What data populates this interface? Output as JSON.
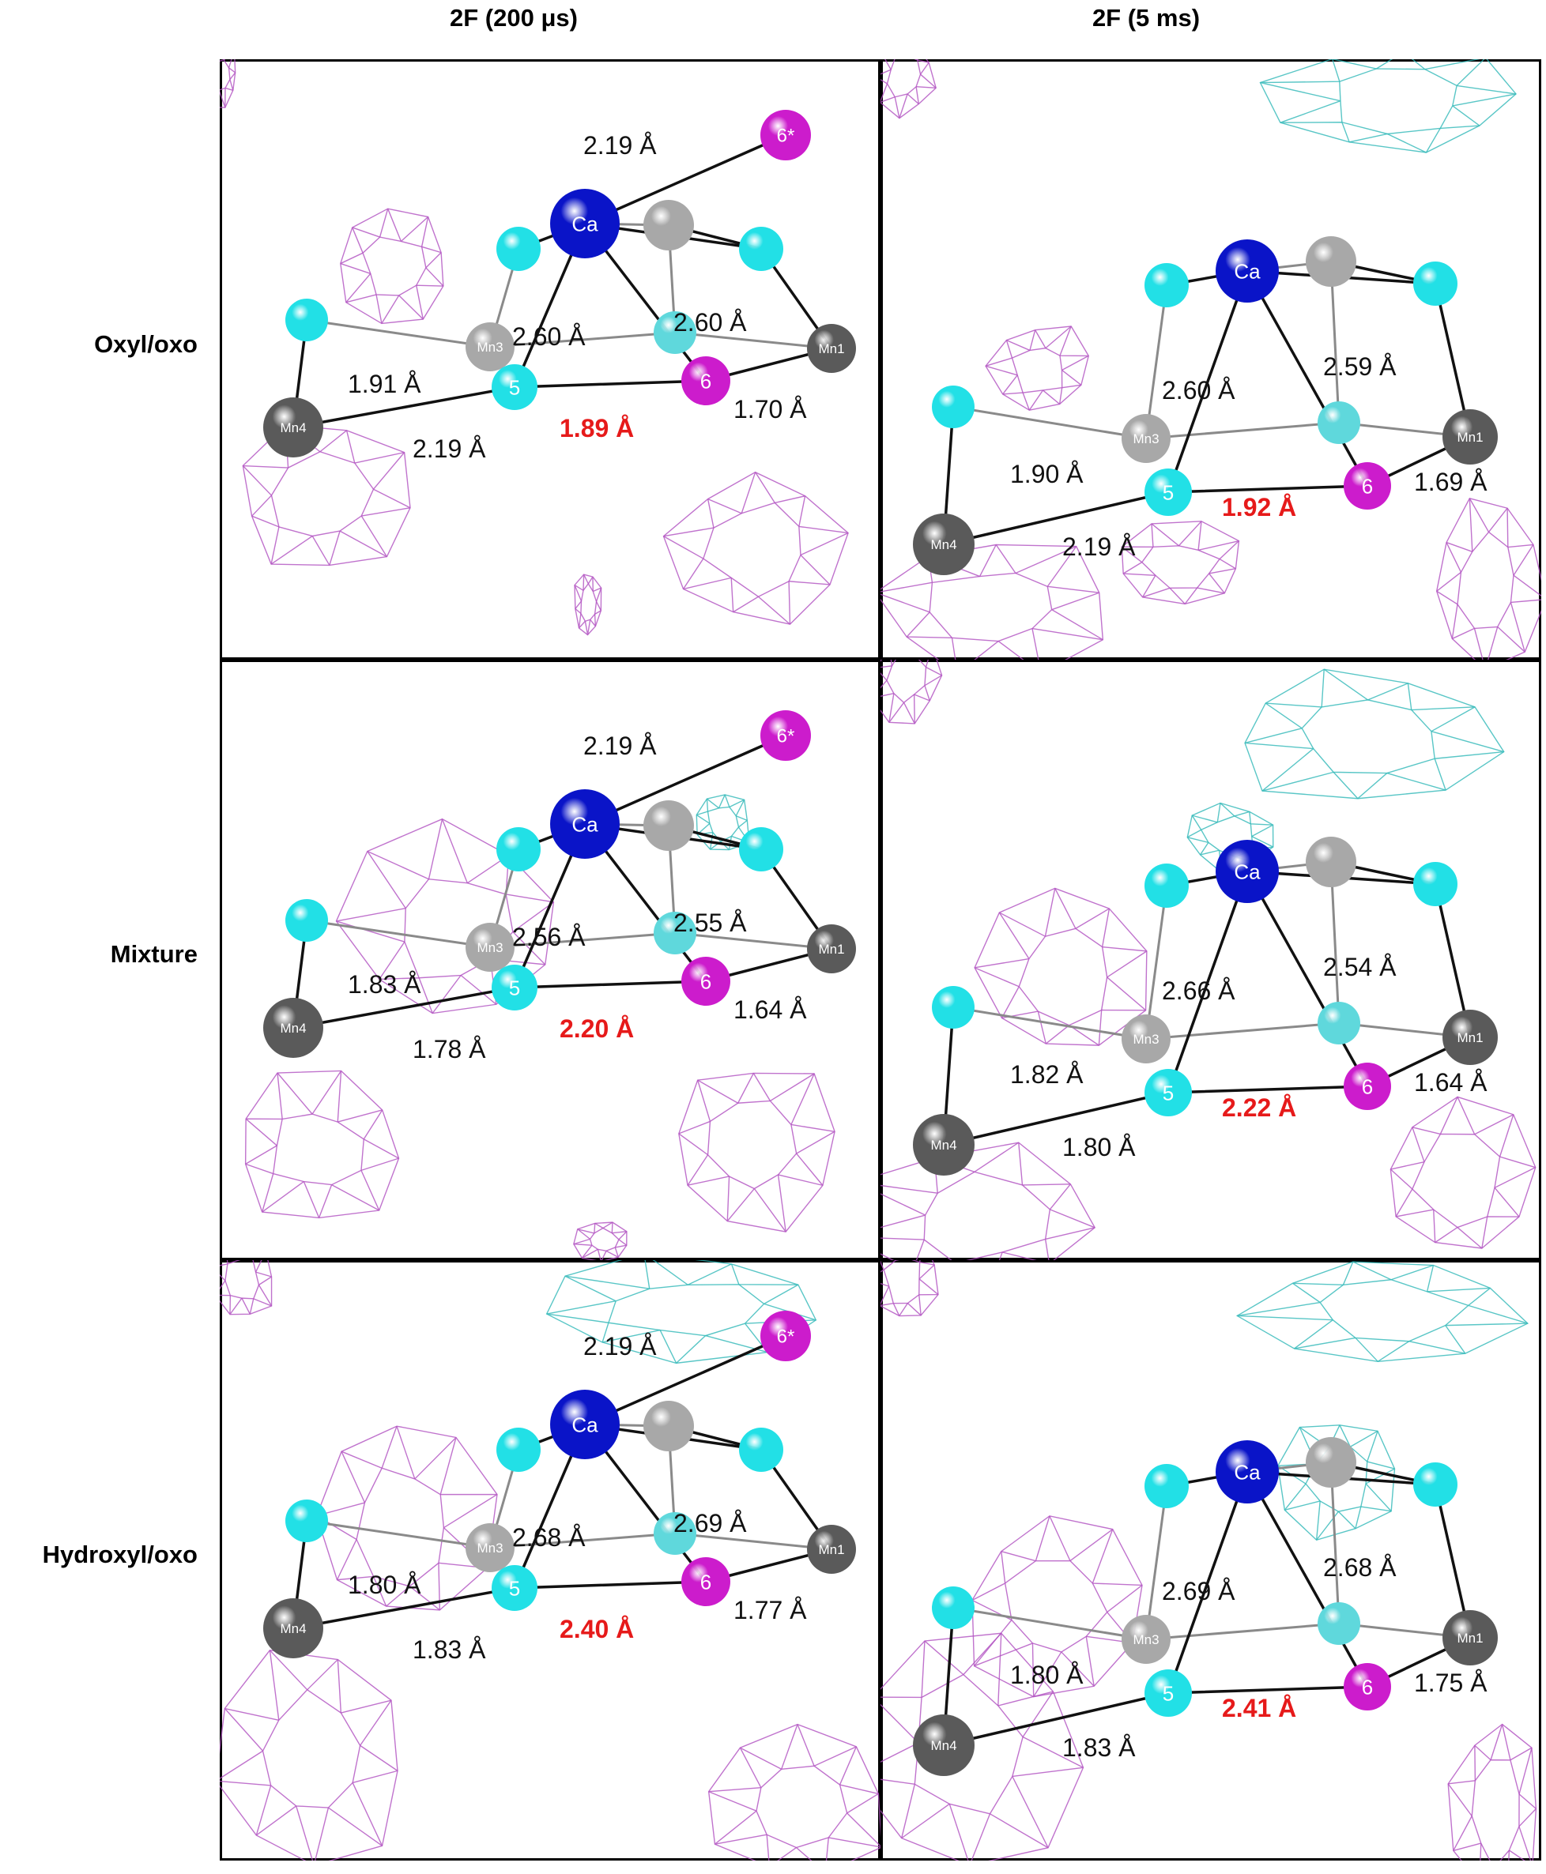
{
  "columns": [
    "2F (200 μs)",
    "2F (5 ms)"
  ],
  "rows": [
    "Oxyl/oxo",
    "Mixture",
    "Hydroxyl/oxo"
  ],
  "colors": {
    "ca": "#0a14c8",
    "oxygen": "#22e0e6",
    "o6": "#cc1ccc",
    "mn_dark": "#5a5a5a",
    "mn_light": "#a8a8a8",
    "highlight_text": "#e61a1a",
    "mesh_magenta": "#b050c0",
    "mesh_cyan": "#30b8b8"
  },
  "atom_labels": {
    "ca": "Ca",
    "mn1": "Mn1",
    "mn3": "Mn3",
    "mn4": "Mn4",
    "o5": "5",
    "o6": "6",
    "o6star": "6*"
  },
  "panels": [
    {
      "row": "Oxyl/oxo",
      "column": "2F (200 μs)",
      "show_o6star": true,
      "distances": {
        "ca_o6star": "2.19 Å",
        "ca_o5": "2.60 Å",
        "ca_o6": "2.60 Å",
        "mn3_o5": "1.91 Å",
        "mn4_o5": "2.19 Å",
        "o5_o6": "1.89 Å",
        "mn1_o6": "1.70 Å"
      }
    },
    {
      "row": "Oxyl/oxo",
      "column": "2F (5 ms)",
      "show_o6star": false,
      "distances": {
        "ca_o5": "2.60 Å",
        "ca_o6": "2.59 Å",
        "mn3_o5": "1.90 Å",
        "mn4_o5": "2.19 Å",
        "o5_o6": "1.92 Å",
        "mn1_o6": "1.69 Å"
      }
    },
    {
      "row": "Mixture",
      "column": "2F (200 μs)",
      "show_o6star": true,
      "distances": {
        "ca_o6star": "2.19 Å",
        "ca_o5": "2.56 Å",
        "ca_o6": "2.55 Å",
        "mn3_o5": "1.83 Å",
        "mn4_o5": "1.78 Å",
        "o5_o6": "2.20 Å",
        "mn1_o6": "1.64 Å"
      }
    },
    {
      "row": "Mixture",
      "column": "2F (5 ms)",
      "show_o6star": false,
      "distances": {
        "ca_o5": "2.66 Å",
        "ca_o6": "2.54 Å",
        "mn3_o5": "1.82 Å",
        "mn4_o5": "1.80 Å",
        "o5_o6": "2.22 Å",
        "mn1_o6": "1.64 Å"
      }
    },
    {
      "row": "Hydroxyl/oxo",
      "column": "2F (200 μs)",
      "show_o6star": true,
      "distances": {
        "ca_o6star": "2.19 Å",
        "ca_o5": "2.68 Å",
        "ca_o6": "2.69 Å",
        "mn3_o5": "1.80 Å",
        "mn4_o5": "1.83 Å",
        "o5_o6": "2.40 Å",
        "mn1_o6": "1.77 Å"
      }
    },
    {
      "row": "Hydroxyl/oxo",
      "column": "2F (5 ms)",
      "show_o6star": false,
      "distances": {
        "ca_o5": "2.69 Å",
        "ca_o6": "2.68 Å",
        "mn3_o5": "1.80 Å",
        "mn4_o5": "1.83 Å",
        "o5_o6": "2.41 Å",
        "mn1_o6": "1.75 Å"
      }
    }
  ]
}
